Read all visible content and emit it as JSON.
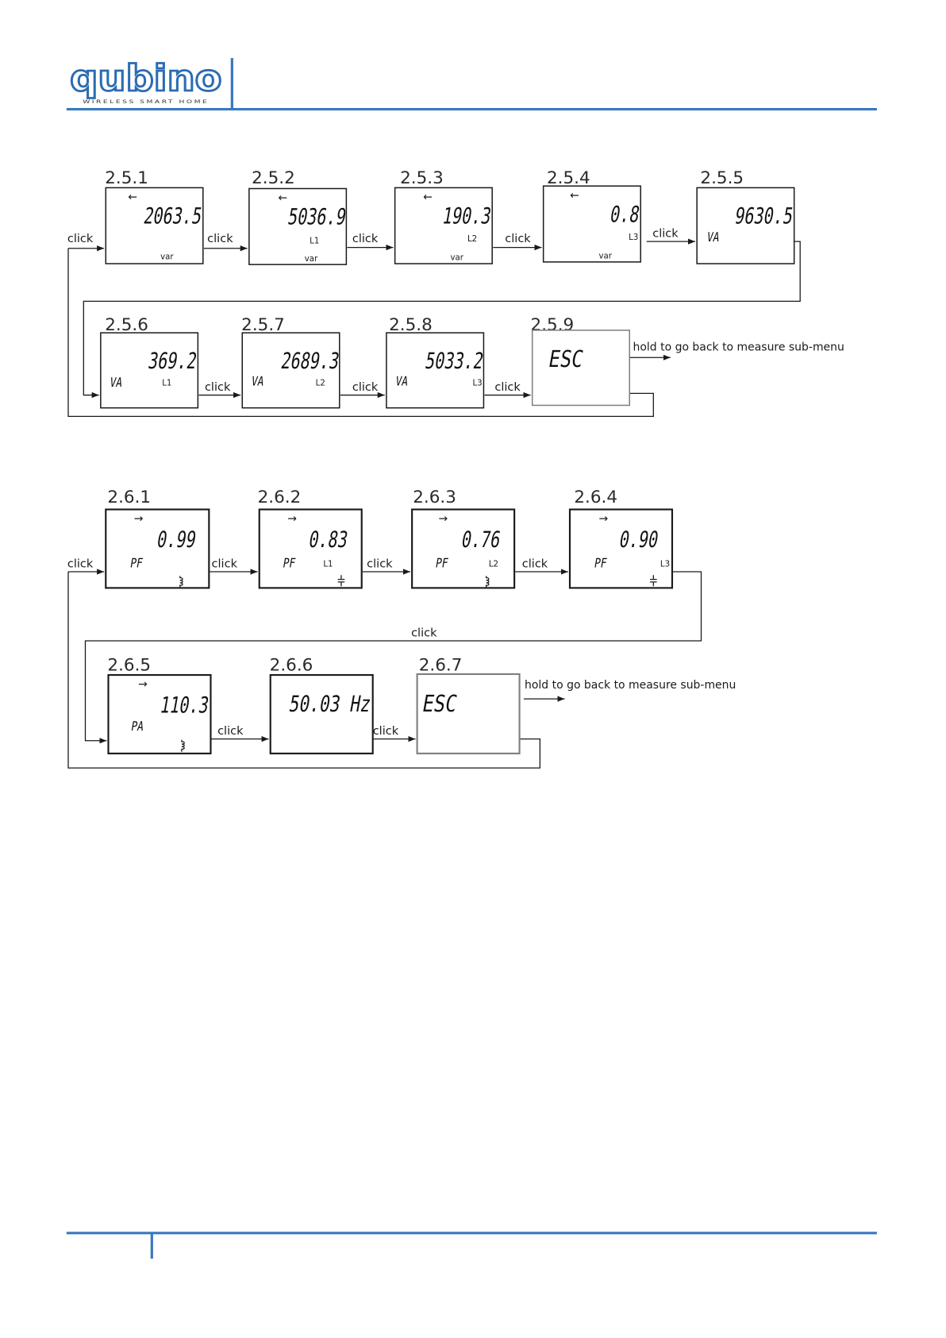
{
  "header": {
    "logo": "qubino",
    "tagline": "WIRELESS SMART HOME"
  },
  "theme": {
    "accent": "#3a78bf",
    "logo": "#2a6cb3",
    "ink": "#1a1a1a",
    "esc_border": "#7f7f7f"
  },
  "labels": {
    "click": "click",
    "hold": "hold to go back to measure sub-menu"
  },
  "flow_2_5": {
    "screens": [
      {
        "step": "2.5.1",
        "indicator": "←",
        "value": "2063.5",
        "unit": "var"
      },
      {
        "step": "2.5.2",
        "indicator": "←",
        "value": "5036.9",
        "phase": "L1",
        "unit": "var"
      },
      {
        "step": "2.5.3",
        "indicator": "←",
        "value": "190.3",
        "phase": "L2",
        "unit": "var"
      },
      {
        "step": "2.5.4",
        "indicator": "←",
        "value": "0.8",
        "phase": "L3",
        "unit": "var"
      },
      {
        "step": "2.5.5",
        "value": "9630.5",
        "unit": "VA"
      },
      {
        "step": "2.5.6",
        "value": "369.2",
        "phase": "L1",
        "unit": "VA"
      },
      {
        "step": "2.5.7",
        "value": "2689.3",
        "phase": "L2",
        "unit": "VA"
      },
      {
        "step": "2.5.8",
        "value": "5033.2",
        "phase": "L3",
        "unit": "VA"
      },
      {
        "step": "2.5.9",
        "value": "ESC"
      }
    ]
  },
  "flow_2_6": {
    "screens": [
      {
        "step": "2.6.1",
        "indicator": "→",
        "value": "0.99",
        "unit": "PF",
        "load_icon": "inductive-icon"
      },
      {
        "step": "2.6.2",
        "indicator": "→",
        "value": "0.83",
        "unit": "PF",
        "phase": "L1",
        "load_icon": "capacitive-icon"
      },
      {
        "step": "2.6.3",
        "indicator": "→",
        "value": "0.76",
        "unit": "PF",
        "phase": "L2",
        "load_icon": "inductive-icon"
      },
      {
        "step": "2.6.4",
        "indicator": "→",
        "value": "0.90",
        "unit": "PF",
        "phase": "L3",
        "load_icon": "capacitive-icon"
      },
      {
        "step": "2.6.5",
        "indicator": "→",
        "value": "110.3",
        "unit": "PA",
        "load_icon": "inductive-icon"
      },
      {
        "step": "2.6.6",
        "value": "50.03 Hz"
      },
      {
        "step": "2.6.7",
        "value": "ESC"
      }
    ]
  }
}
